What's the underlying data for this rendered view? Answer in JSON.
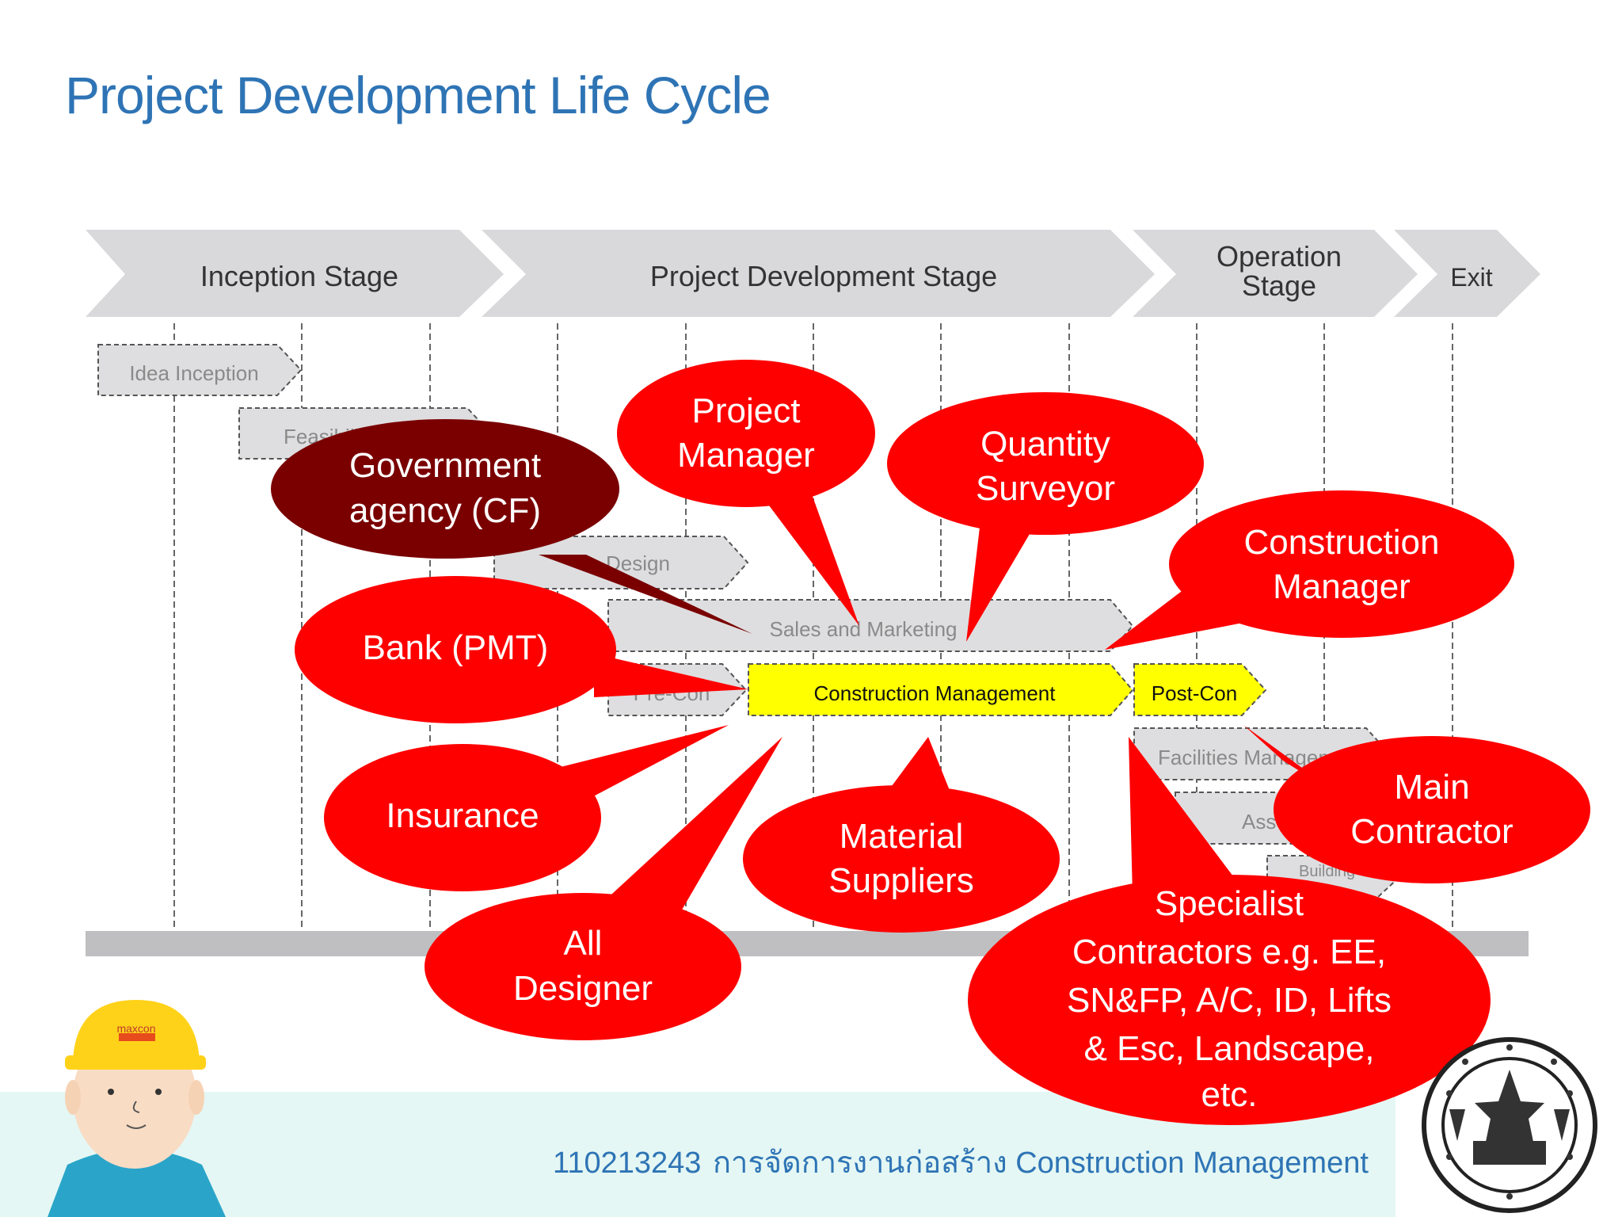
{
  "title": "Project Development Life Cycle",
  "stages": [
    "Inception Stage",
    "Project Development Stage",
    "Operation Stage",
    "Exit"
  ],
  "activities": {
    "idea_inception": "Idea Inception",
    "feasibility": "Feasibility",
    "design": "Design",
    "sales_marketing": "Sales and Marketing",
    "pre_con": "Pre-Con",
    "construction_management": "Construction Management",
    "post_con": "Post-Con",
    "facilities_management": "Facilities Management",
    "asset_management": "Asset Management",
    "building": "Building"
  },
  "stakeholders": {
    "government": [
      "Government",
      "agency (CF)"
    ],
    "project_manager": [
      "Project",
      "Manager"
    ],
    "quantity_surveyor": [
      "Quantity",
      "Surveyor"
    ],
    "construction_manager": [
      "Construction",
      "Manager"
    ],
    "bank": [
      "Bank (PMT)"
    ],
    "insurance": [
      "Insurance"
    ],
    "material_suppliers": [
      "Material",
      "Suppliers"
    ],
    "all_designer": [
      "All",
      "Designer"
    ],
    "main_contractor": [
      "Main",
      "Contractor"
    ],
    "specialist_contractors": [
      "Specialist",
      "Contractors e.g. EE,",
      "SN&FP, A/C, ID, Lifts",
      "& Esc, Landscape,",
      "etc."
    ]
  },
  "footer": {
    "course_code": "110213243",
    "course_name": "การจัดการงานก่อสร้าง Construction Management"
  },
  "mascot_helmet_text": "maxcon",
  "colors": {
    "title": "#2e74b5",
    "callout": "#ff0000",
    "callout_dark": "#7a0000",
    "highlight": "#ffff00",
    "chevron": "#d9d9dc",
    "footer_band": "#e4f7f4"
  },
  "icons": [
    "hard-hat-mascot-icon",
    "university-seal-icon"
  ]
}
